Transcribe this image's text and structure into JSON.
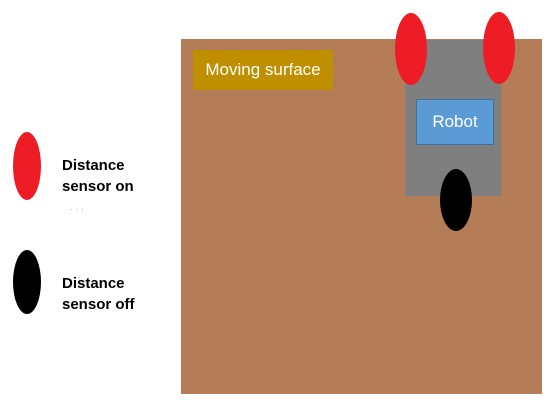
{
  "diagram": {
    "surface": {
      "label": "Moving surface",
      "color": "#b57c58",
      "label_color": "#bf8f00"
    },
    "robot": {
      "label": "Robot",
      "body_color": "#7f7f7f",
      "label_color": "#5b9bd5"
    },
    "sensors": {
      "on_color": "#ee1c25",
      "off_color": "#000000"
    }
  },
  "legend": {
    "sensor_on": {
      "line1": "Distance",
      "line2": "sensor on"
    },
    "sensor_off": {
      "line1": "Distance",
      "line2": "sensor off"
    }
  }
}
